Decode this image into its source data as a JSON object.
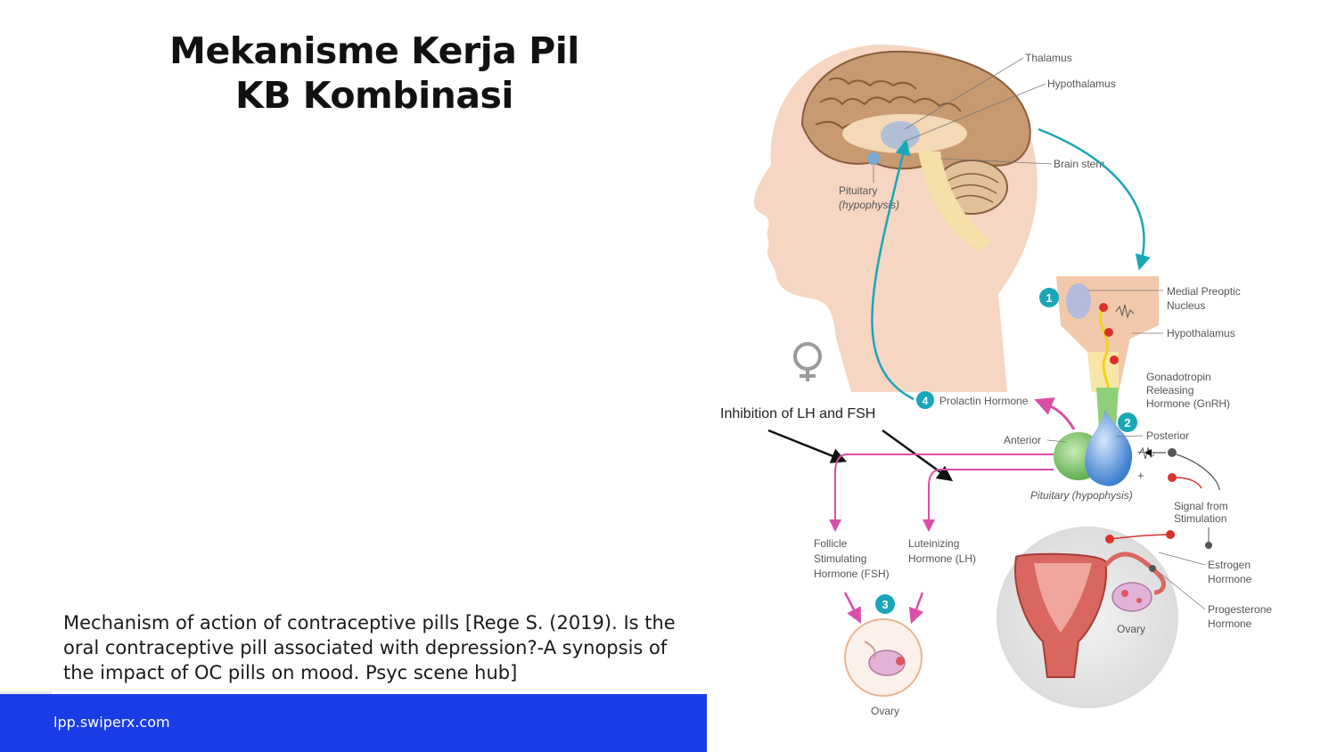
{
  "slide": {
    "title_line1": "Mekanisme Kerja Pil",
    "title_line2": "KB Kombinasi",
    "caption": "Mechanism of action of contraceptive pills [Rege S. (2019). Is the oral contraceptive pill associated with depression?-A synopsis of the impact of OC pills on mood. Psyc scene hub]",
    "footer_url": "lpp.swiperx.com"
  },
  "figure": {
    "labels": {
      "thalamus": "Thalamus",
      "hypothalamus_top": "Hypothalamus",
      "brain_stem": "Brain stem",
      "pituitary_line1": "Pituitary",
      "pituitary_line2": "(hypophysis)",
      "medial_preoptic_line1": "Medial Preoptic",
      "medial_preoptic_line2": "Nucleus",
      "hypothalamus_mid": "Hypothalamus",
      "gnrh_line1": "Gonadotropin",
      "gnrh_line2": "Releasing",
      "gnrh_line3": "Hormone (GnRH)",
      "prolactin": "Prolactin Hormone",
      "inhibition": "Inhibition of LH and FSH",
      "anterior": "Anterior",
      "posterior": "Posterior",
      "pituitary_bottom": "Pituitary (hypophysis)",
      "signal_line1": "Signal from",
      "signal_line2": "Stimulation",
      "fsh_line1": "Follicle",
      "fsh_line2": "Stimulating",
      "fsh_line3": "Hormone (FSH)",
      "lh_line1": "Luteinizing",
      "lh_line2": "Hormone (LH)",
      "estrogen_line1": "Estrogen",
      "estrogen_line2": "Hormone",
      "progesterone_line1": "Progesterone",
      "progesterone_line2": "Hormone",
      "ovary_right": "Ovary",
      "ovary_bottom": "Ovary"
    },
    "steps": [
      "1",
      "2",
      "3",
      "4"
    ],
    "colors": {
      "teal": "#1aa6b7",
      "pink": "#d94fa8",
      "skin": "#f6d5c2",
      "brain": "#b98962",
      "anterior": "#7cc26b",
      "posterior": "#5a92d8"
    }
  }
}
